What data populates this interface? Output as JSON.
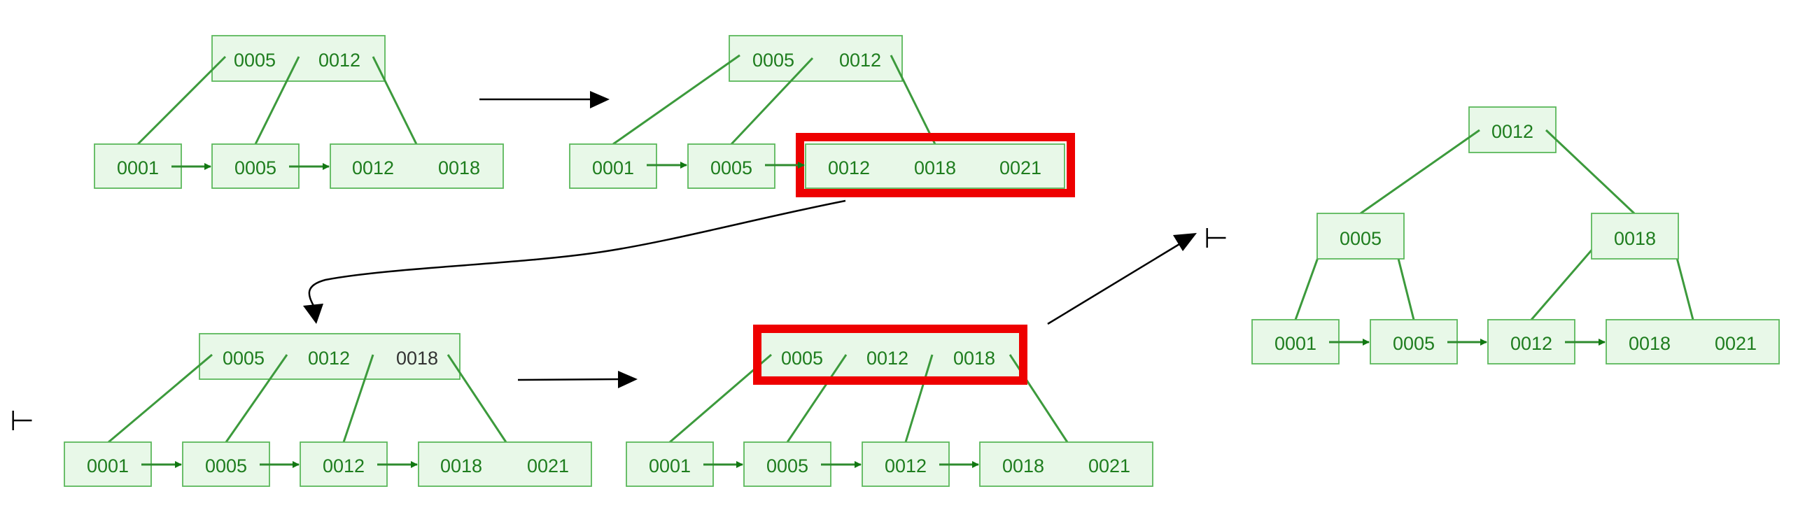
{
  "colors": {
    "node_fill": "#e8f8e8",
    "node_border": "#5bb85b",
    "key_text": "#1e7d1e",
    "link": "#3c9a3c",
    "leaf_pointer": "#127812",
    "highlight": "#ee0000",
    "flow_arrow": "#000000"
  },
  "diagrams": [
    {
      "internal": [
        [
          "0005",
          "0012"
        ]
      ],
      "leaves": [
        [
          "0001"
        ],
        [
          "0005"
        ],
        [
          "0012",
          "0018"
        ]
      ]
    },
    {
      "internal": [
        [
          "0005",
          "0012"
        ]
      ],
      "leaves": [
        [
          "0001"
        ],
        [
          "0005"
        ],
        [
          "0012",
          "0018",
          "0021"
        ]
      ],
      "highlight": "leaf-2"
    },
    {
      "internal": [
        [
          "0005",
          "0012",
          "0018"
        ]
      ],
      "leaves": [
        [
          "0001"
        ],
        [
          "0005"
        ],
        [
          "0012"
        ],
        [
          "0018",
          "0021"
        ]
      ]
    },
    {
      "internal": [
        [
          "0005",
          "0012",
          "0018"
        ]
      ],
      "leaves": [
        [
          "0001"
        ],
        [
          "0005"
        ],
        [
          "0012"
        ],
        [
          "0018",
          "0021"
        ]
      ],
      "highlight": "internal-0"
    },
    {
      "root": [
        "0012"
      ],
      "internal": [
        [
          "0005"
        ],
        [
          "0018"
        ]
      ],
      "leaves": [
        [
          "0001"
        ],
        [
          "0005"
        ],
        [
          "0012"
        ],
        [
          "0018",
          "0021"
        ]
      ]
    }
  ],
  "markers": [
    "⊢",
    "⊢"
  ]
}
